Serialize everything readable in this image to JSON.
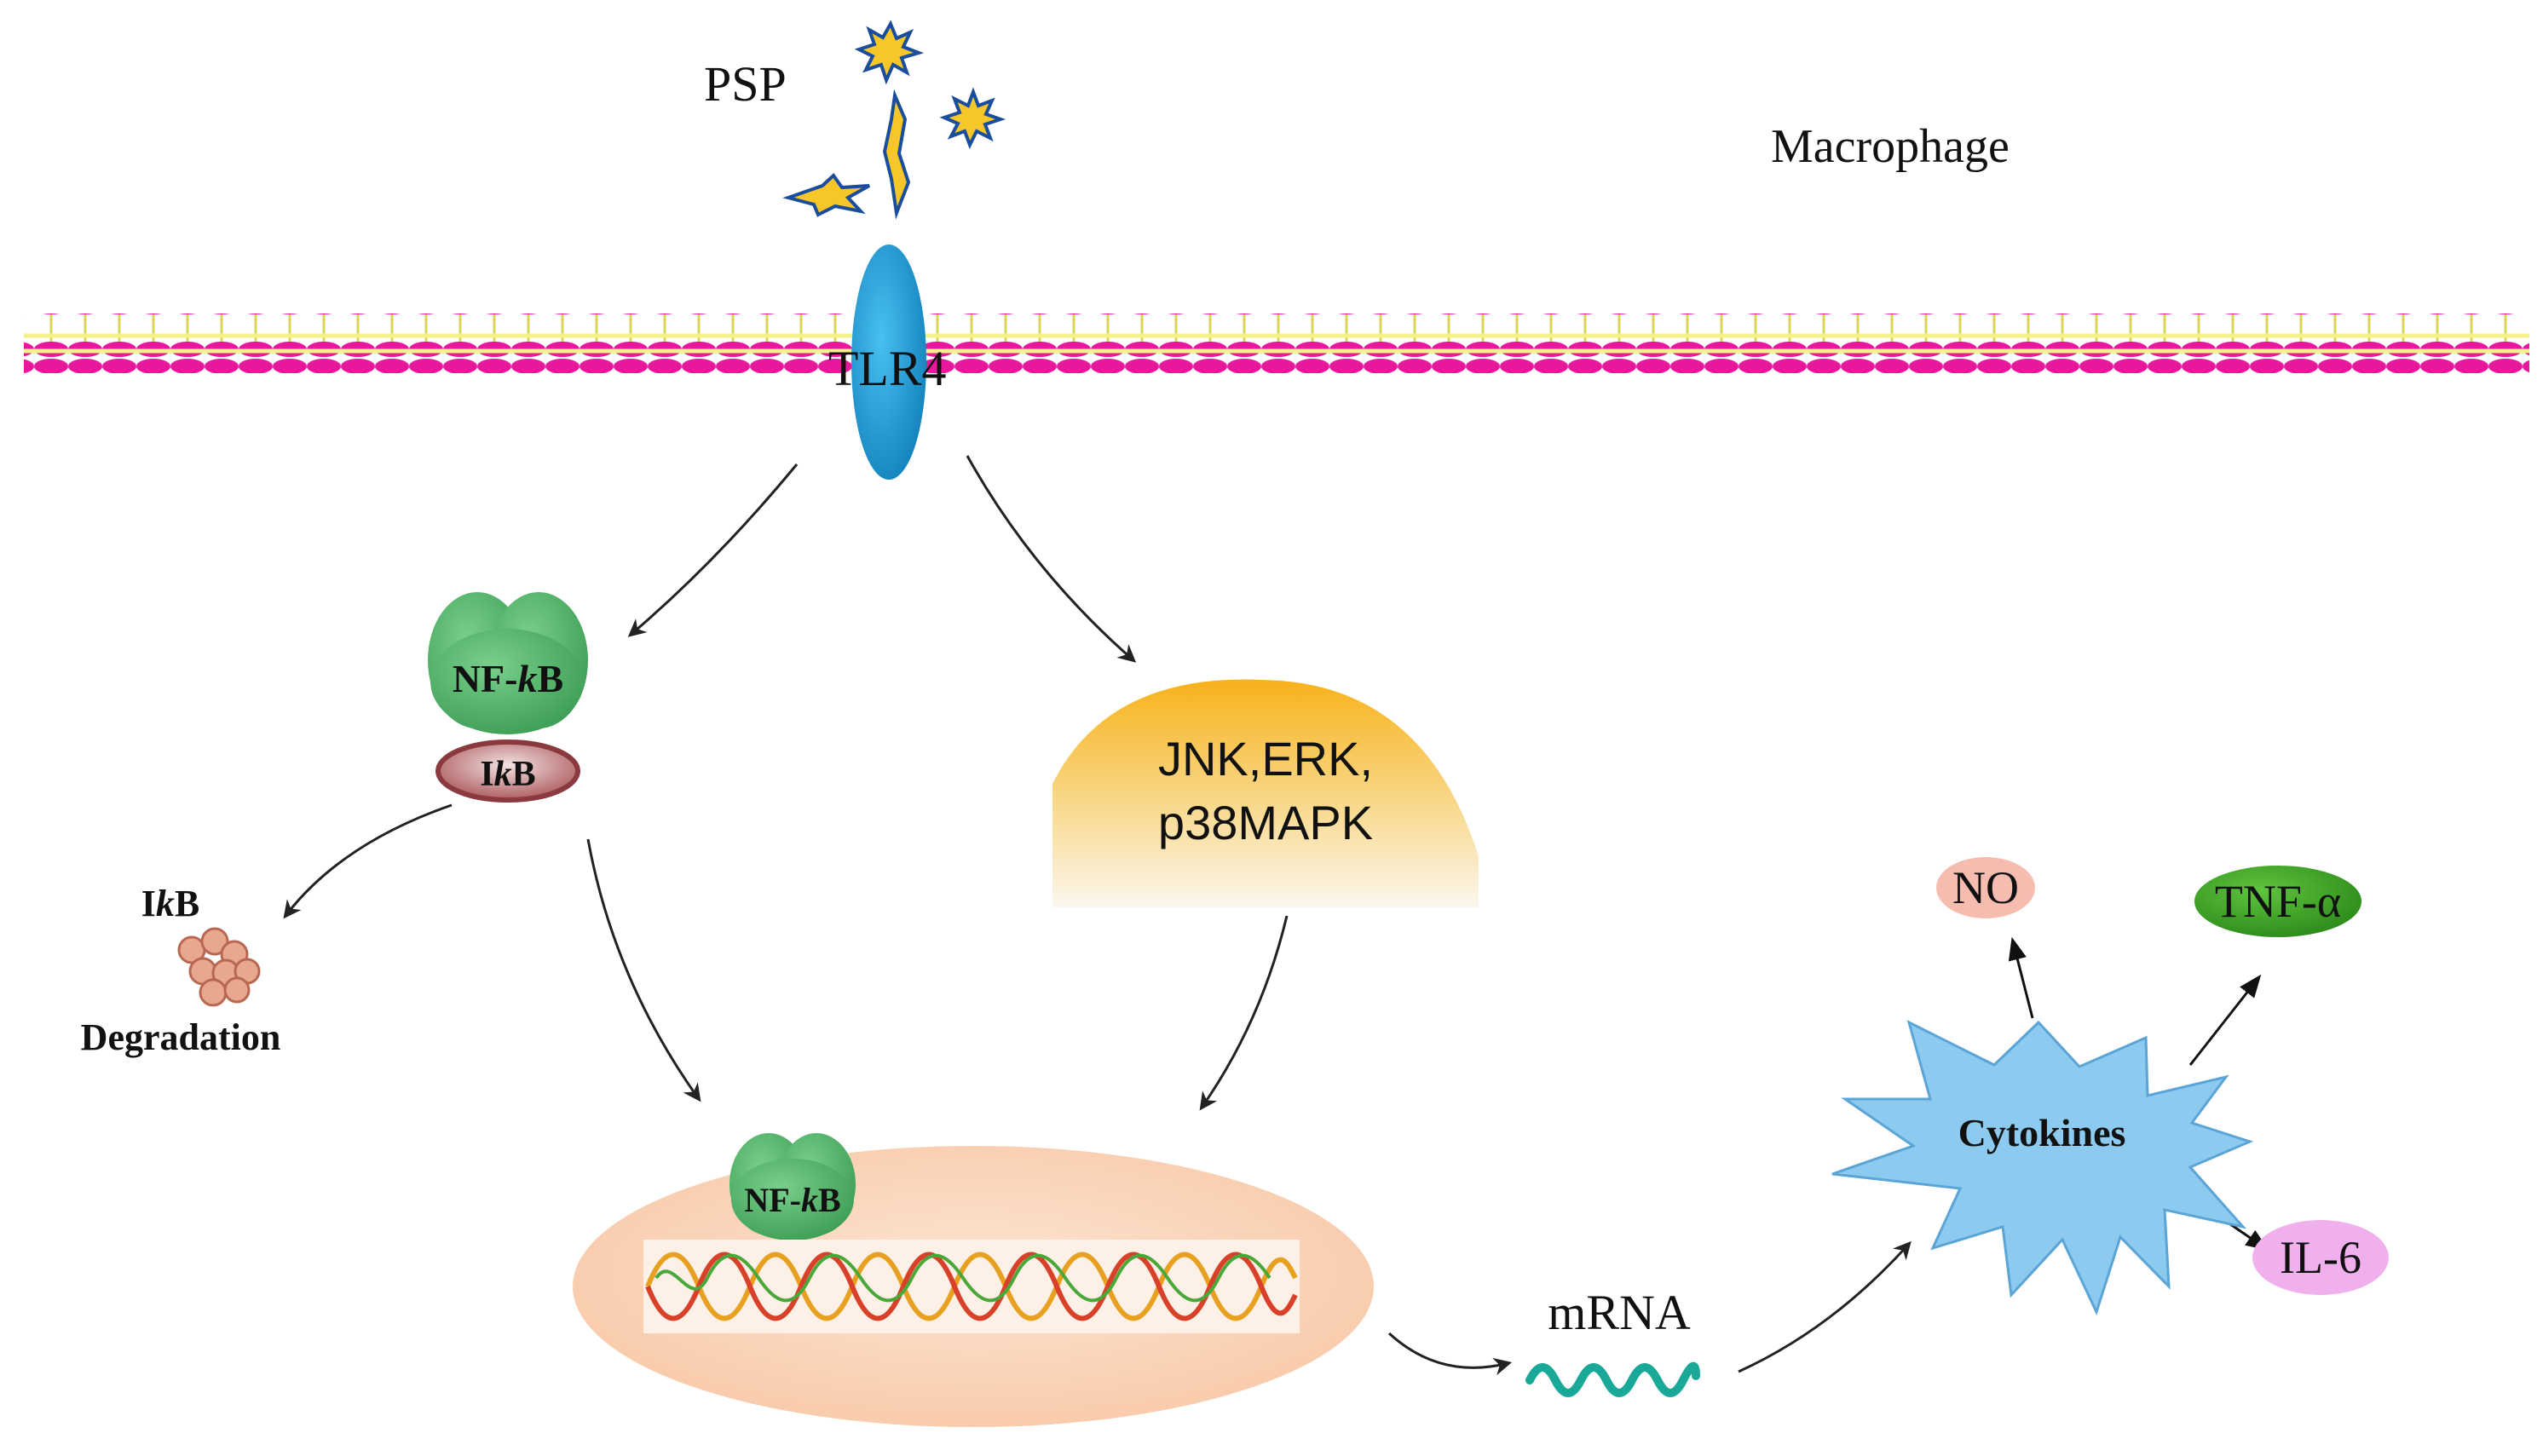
{
  "labels": {
    "psp": "PSP",
    "macrophage": "Macrophage",
    "tlr4": "TLR4",
    "nfkb_top_prefix": "NF-",
    "nfkb_top_k": "k",
    "nfkb_top_suffix": "B",
    "ikb_prefix": "I",
    "ikb_k": "k",
    "ikb_suffix": "B",
    "ikb_deg_prefix": "I",
    "ikb_deg_k": "k",
    "ikb_deg_suffix": "B",
    "degradation": "Degradation",
    "mapk_line1": "JNK,ERK,",
    "mapk_line2": "p38MAPK",
    "nfkb_nuc_prefix": "NF-",
    "nfkb_nuc_k": "k",
    "nfkb_nuc_suffix": "B",
    "mrna": "mRNA",
    "cytokines": "Cytokines",
    "no": "NO",
    "tnf": "TNF-α",
    "il6": "IL-6"
  },
  "colors": {
    "membrane": "#e8179b",
    "membrane_core": "#f2ee4c",
    "receptor": "#1e9fd8",
    "nfkb": "#55b86a",
    "ikb": "#a2464a",
    "mapk_top": "#f7b21a",
    "mapk_bottom": "#fbf6ee",
    "nucleus": "#fbd2b3",
    "mrna": "#1aa898",
    "cytokines": "#8ccaf0",
    "no": "#f6bcb0",
    "tnf": "#3fae2a",
    "il6": "#f0b0ee"
  }
}
